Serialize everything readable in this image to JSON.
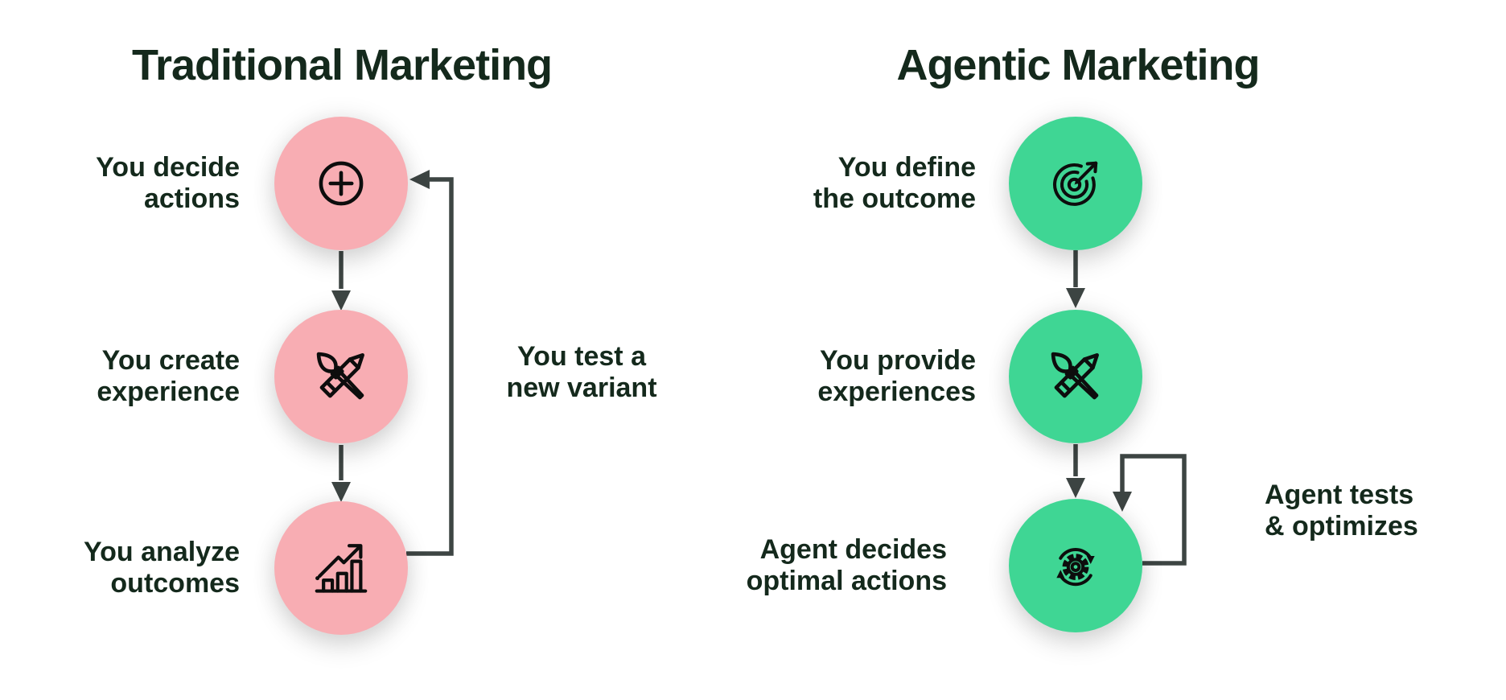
{
  "diagram": {
    "background_color": "#FFFFFF",
    "text_color": "#14291C",
    "arrow_color": "#3D4543",
    "icon_stroke_color": "#0D0D0D"
  },
  "left_column": {
    "title": "Traditional Marketing",
    "circle_color": "#F8ADB3",
    "steps": [
      {
        "label": "You decide\nactions",
        "icon": "circle-plus-icon"
      },
      {
        "label": "You create\nexperience",
        "icon": "brush-pencil-icon"
      },
      {
        "label": "You analyze\noutcomes",
        "icon": "growth-chart-icon"
      }
    ],
    "loop_label": "You test a\nnew variant"
  },
  "right_column": {
    "title": "Agentic Marketing",
    "circle_color": "#3FD694",
    "steps": [
      {
        "label": "You define\nthe outcome",
        "icon": "target-arrow-icon"
      },
      {
        "label": "You provide\nexperiences",
        "icon": "brush-pencil-icon"
      },
      {
        "label": "Agent decides\noptimal actions",
        "icon": "gear-sync-icon"
      }
    ],
    "loop_label": "Agent tests\n& optimizes"
  }
}
